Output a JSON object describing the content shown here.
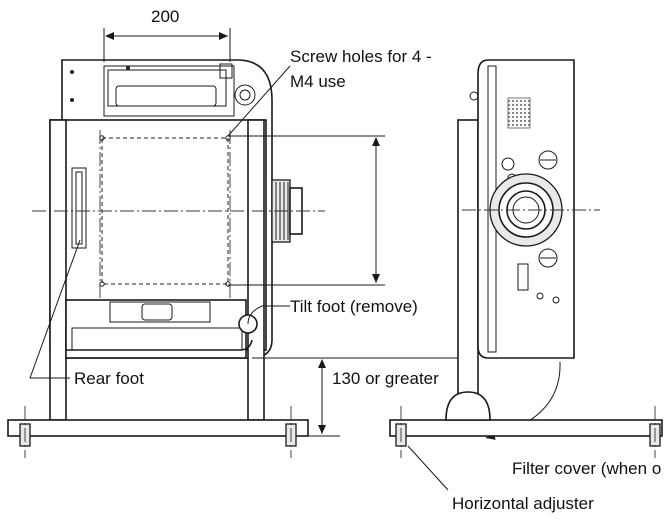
{
  "labels": {
    "width_dim": "200",
    "screw_holes_line1": "Screw holes for 4 -",
    "screw_holes_line2": "M4 use",
    "tilt_foot": "Tilt foot (remove)",
    "rear_foot": "Rear foot",
    "clearance": "130 or greater",
    "filter_cover": "Filter cover (when o",
    "horizontal_adjuster": "Horizontal adjuster"
  }
}
